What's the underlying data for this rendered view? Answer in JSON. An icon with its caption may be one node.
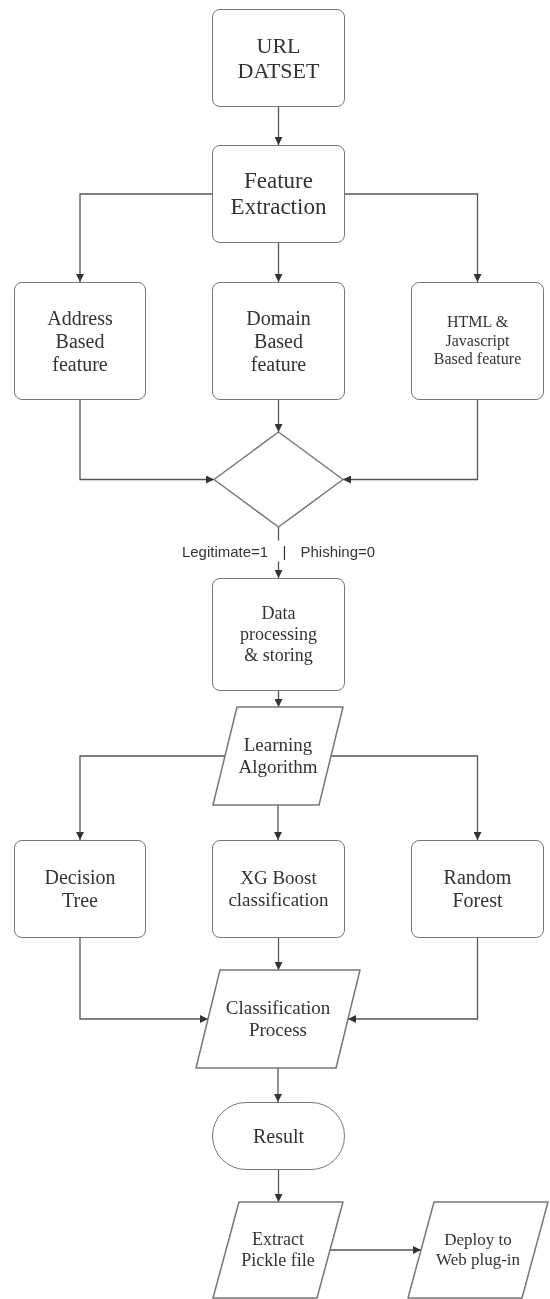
{
  "diagram": {
    "nodes": [
      {
        "text": [
          "URL DATSET"
        ]
      },
      {
        "text": [
          "Feature Extraction"
        ]
      },
      {
        "text": [
          "Address Based feature"
        ]
      },
      {
        "text": [
          "Domain Based feature"
        ]
      },
      {
        "text": [
          "HTML & Javascript Based feature"
        ]
      },
      {
        "text": [],
        "shape": "diamond"
      },
      {
        "text": [
          "Data processing & storing"
        ]
      },
      {
        "text": [
          "Learning Algorithm"
        ]
      },
      {
        "text": [
          "Decision Tree"
        ]
      },
      {
        "text": [
          "XG Boost classification"
        ]
      },
      {
        "text": [
          "Random Forest"
        ]
      },
      {
        "text": [
          "Classification Process"
        ]
      },
      {
        "text": [
          "Result"
        ]
      },
      {
        "text": [
          "Extract Pickle file"
        ]
      },
      {
        "text": [
          "Deploy to Web plug-in"
        ]
      }
    ],
    "edges": [
      {
        "from": 0,
        "to": 1,
        "arrow": "to"
      },
      {
        "from": 1,
        "to": 2,
        "arrow": "to"
      },
      {
        "from": 1,
        "to": 3,
        "arrow": "to"
      },
      {
        "from": 1,
        "to": 4,
        "arrow": "to"
      },
      {
        "from": 2,
        "to": 5,
        "arrow": "to"
      },
      {
        "from": 3,
        "to": 5,
        "arrow": "to"
      },
      {
        "from": 4,
        "to": 5,
        "arrow": "to"
      },
      {
        "from": 5,
        "to": 6,
        "arrow": "to",
        "label": "Legitimate=1 | Phishing=0"
      },
      {
        "from": 6,
        "to": 7,
        "arrow": "to"
      },
      {
        "from": 7,
        "to": 8,
        "arrow": "to"
      },
      {
        "from": 7,
        "to": 9,
        "arrow": "to"
      },
      {
        "from": 7,
        "to": 10,
        "arrow": "to"
      },
      {
        "from": 8,
        "to": 11,
        "arrow": "to"
      },
      {
        "from": 9,
        "to": 11,
        "arrow": "to"
      },
      {
        "from": 10,
        "to": 11,
        "arrow": "to"
      },
      {
        "from": 11,
        "to": 12,
        "arrow": "to"
      },
      {
        "from": 12,
        "to": 13,
        "arrow": "to"
      },
      {
        "from": 13,
        "to": 14,
        "arrow": "to"
      }
    ]
  }
}
